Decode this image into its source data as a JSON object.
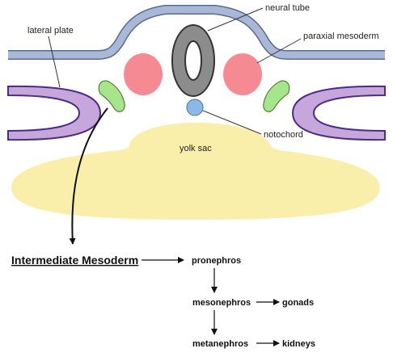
{
  "labels": {
    "neural_tube": "neural tube",
    "lateral_plate": "lateral plate",
    "paraxial_mesoderm": "paraxial mesoderm",
    "notochord": "notochord",
    "yolk_sac": "yolk sac"
  },
  "flow": {
    "intermediate_mesoderm": "Intermediate Mesoderm",
    "pronephros": "pronephros",
    "mesonephros": "mesonephros",
    "gonads": "gonads",
    "metanephros": "metanephros",
    "kidneys": "kidneys"
  },
  "colors": {
    "ectoderm_fill": "#a9b8d6",
    "ectoderm_stroke": "#5a6b8f",
    "neural_tube": "#8c8c8c",
    "somite": "#f58a93",
    "intermediate": "#a7e58a",
    "notochord": "#8ab9e6",
    "yolk_sac": "#f9efaa",
    "lateral_plate": "#c7a6dc",
    "lateral_plate_stroke": "#4a2d86"
  }
}
